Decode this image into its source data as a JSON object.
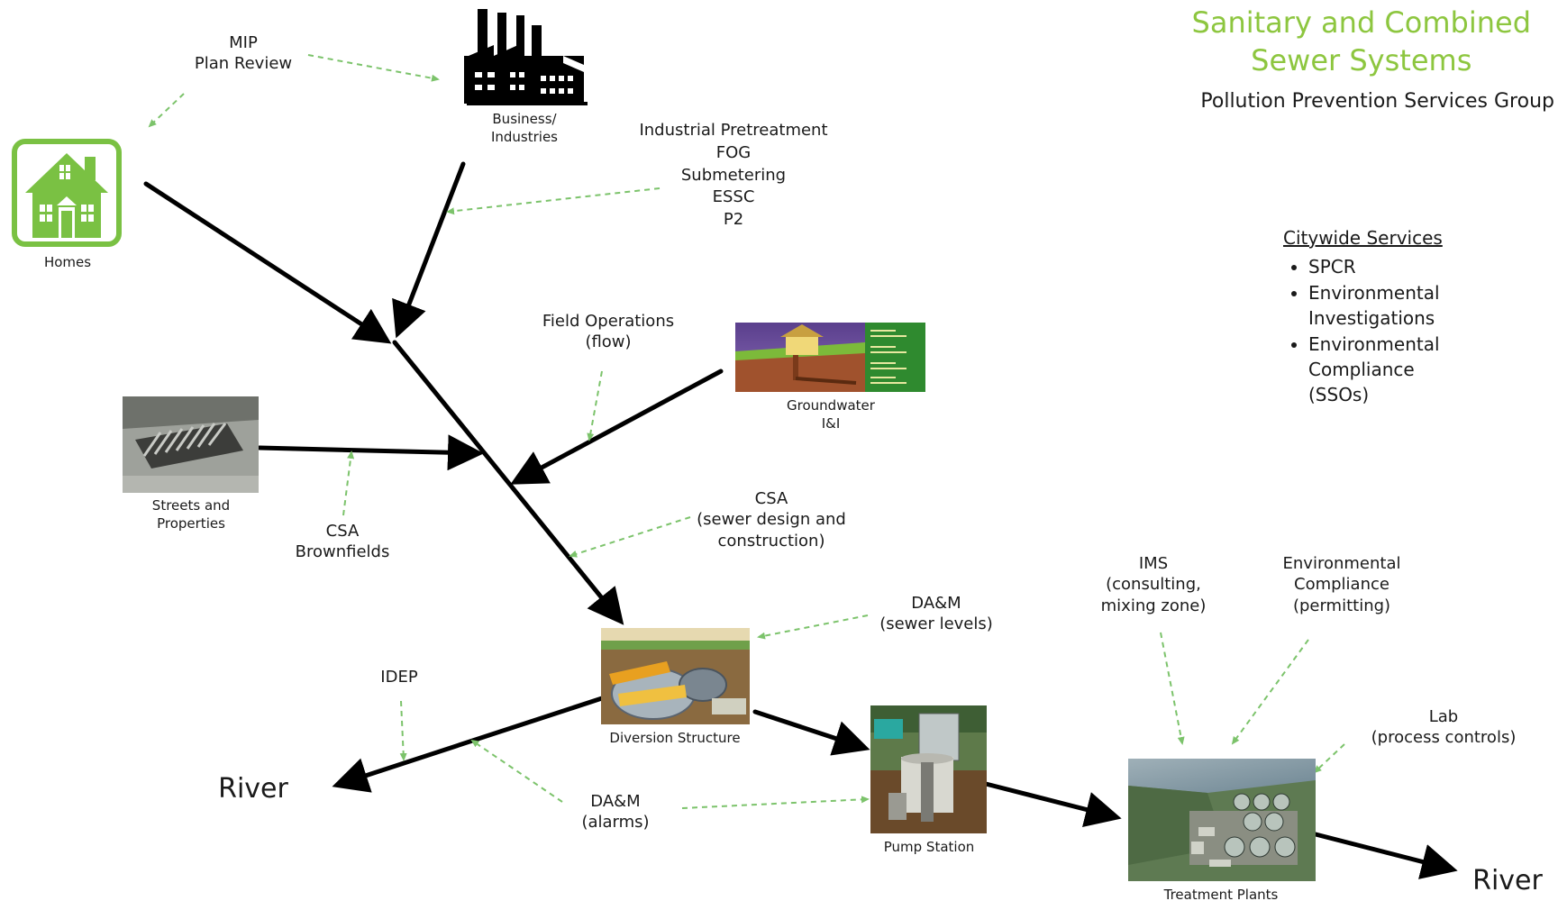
{
  "header": {
    "title_lines": [
      "Sanitary and Combined",
      "Sewer Systems"
    ],
    "subtitle": "Pollution Prevention Services Group"
  },
  "citywide": {
    "heading": "Citywide Services",
    "items": [
      [
        "SPCR"
      ],
      [
        "Environmental",
        "Investigations"
      ],
      [
        "Environmental",
        "Compliance",
        "(SSOs)"
      ]
    ]
  },
  "nodes": {
    "homes": "Homes",
    "business": [
      "Business/",
      "Industries"
    ],
    "streets": [
      "Streets and",
      "Properties"
    ],
    "groundwater": [
      "Groundwater",
      "I&I"
    ],
    "diversion": "Diversion Structure",
    "pump": "Pump Station",
    "treatment": "Treatment Plants",
    "river_left": "River",
    "river_right": "River"
  },
  "services": {
    "mip": [
      "MIP",
      "Plan Review"
    ],
    "industrial": [
      "Industrial Pretreatment",
      "FOG",
      "Submetering",
      "ESSC",
      "P2"
    ],
    "field_ops": [
      "Field Operations",
      "(flow)"
    ],
    "csa_brownfields": [
      "CSA",
      "Brownfields"
    ],
    "csa_design": [
      "CSA",
      "(sewer design and",
      "construction)"
    ],
    "dam_levels": [
      "DA&M",
      "(sewer levels)"
    ],
    "idep": "IDEP",
    "dam_alarms": [
      "DA&M",
      "(alarms)"
    ],
    "ims": [
      "IMS",
      "(consulting,",
      "mixing zone)"
    ],
    "env_compliance": [
      "Environmental",
      "Compliance",
      "(permitting)"
    ],
    "lab": [
      "Lab",
      "(process controls)"
    ]
  },
  "colors": {
    "accent_green": "#8dc63f",
    "home_green": "#7ac143",
    "dashed_green": "#7cc36b",
    "flow_line": "#000000"
  }
}
